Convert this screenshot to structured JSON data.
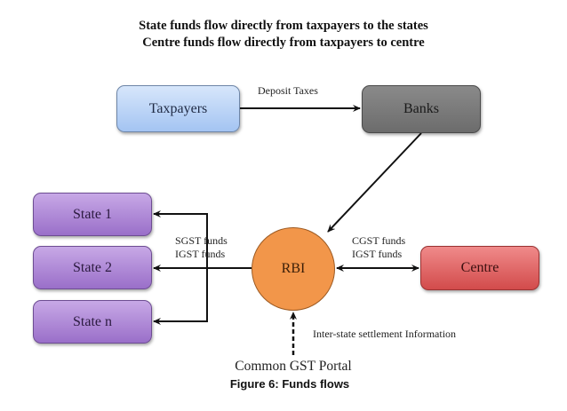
{
  "title_lines": [
    "State funds flow directly from taxpayers to the states",
    "Centre funds flow directly from taxpayers to centre"
  ],
  "nodes": {
    "taxpayers": "Taxpayers",
    "banks": "Banks",
    "rbi": "RBI",
    "centre": "Centre",
    "states": [
      "State 1",
      "State 2",
      "State n"
    ],
    "portal": "Common GST Portal"
  },
  "edge_labels": {
    "deposit": "Deposit Taxes",
    "states_funds": [
      "SGST funds",
      "IGST funds"
    ],
    "centre_funds": [
      "CGST funds",
      "IGST funds"
    ],
    "settlement": "Inter-state settlement Information"
  },
  "colors": {
    "taxpayers": "#a4c4f2",
    "banks": "#6c6c6c",
    "rbi": "#f2964a",
    "centre": "#d24b4b",
    "states": "#9a6fc9"
  },
  "caption": "Figure 6: Funds flows"
}
